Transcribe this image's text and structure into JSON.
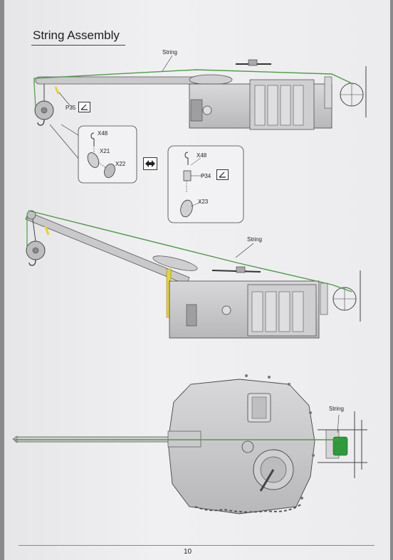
{
  "page": {
    "title": "String Assembly",
    "page_number": "10"
  },
  "labels": {
    "string_top": "String",
    "string_mid": "String",
    "string_bottom": "String",
    "p35": "P35",
    "x48_a": "X48",
    "x21": "X21",
    "x22": "X22",
    "x48_b": "X48",
    "p34": "P34",
    "x23": "X23"
  },
  "colors": {
    "string": "#4f9a4a",
    "yellow": "#e6d23a",
    "spool": "#2f9a3c"
  },
  "icons": {
    "glue": "glue-icon",
    "arrow": "double-arrow-icon"
  }
}
